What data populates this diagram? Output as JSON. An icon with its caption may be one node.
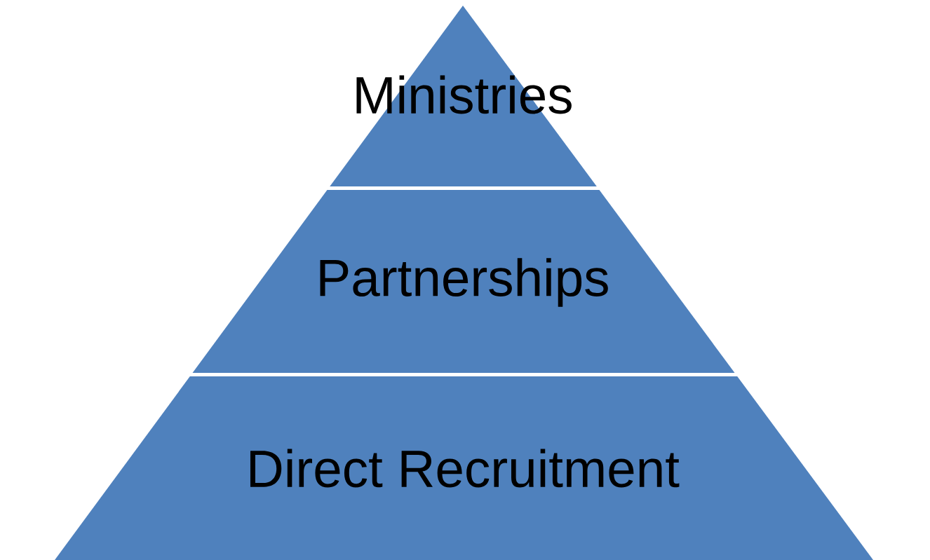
{
  "diagram": {
    "nodes": [
      {
        "text": [
          "Ministries"
        ]
      },
      {
        "text": [
          "Partnerships"
        ]
      },
      {
        "text": [
          "Direct Recruitment"
        ]
      }
    ]
  }
}
